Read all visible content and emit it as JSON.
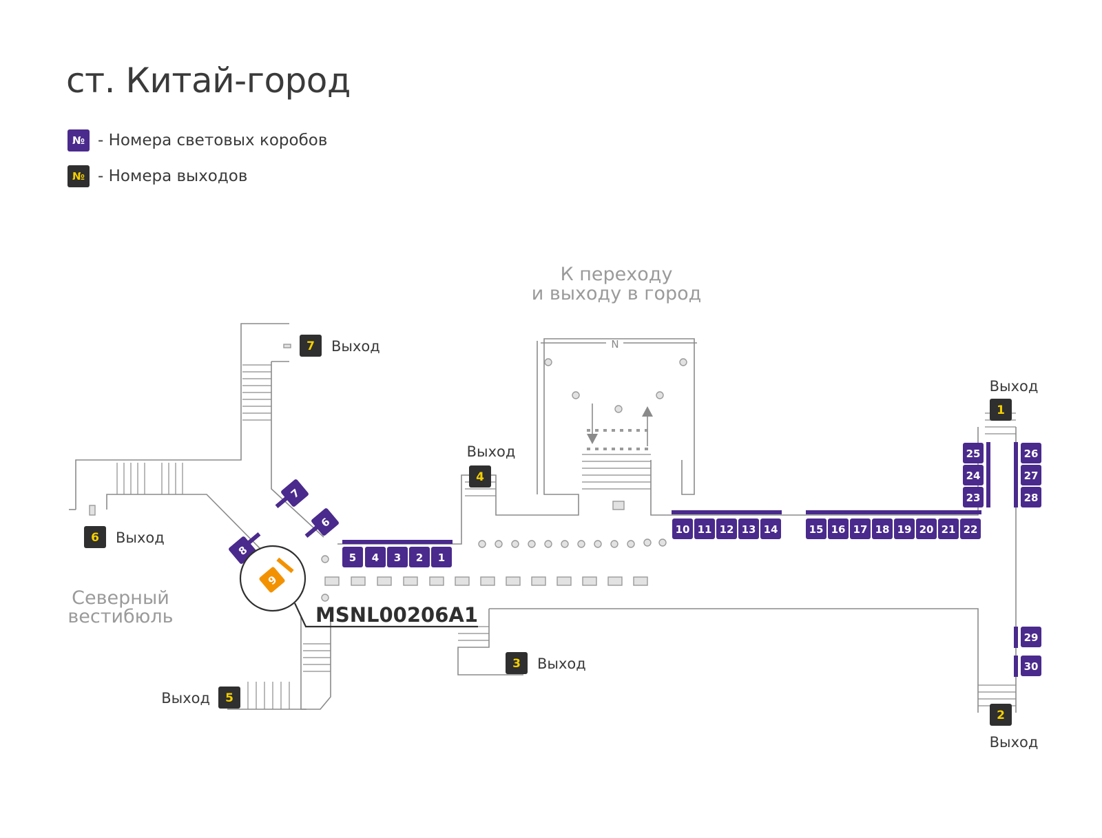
{
  "title": "ст. Китай-город",
  "legend": [
    {
      "symbol": "№",
      "text": "- Номера световых коробов",
      "kind": "lightbox"
    },
    {
      "symbol": "№",
      "text": "- Номера выходов",
      "kind": "exit"
    }
  ],
  "colors": {
    "lightbox": "#4a2a8c",
    "exit_bg": "#2f2f2f",
    "exit_text": "#f5d000",
    "highlight": "#f39200",
    "wall": "#8a8a8a",
    "grey_text": "#9a9a9a"
  },
  "labels": {
    "transfer": [
      "К переходу",
      "и выходу в город"
    ],
    "north_vestibule": [
      "Северный",
      "вестибюль"
    ],
    "exit_word": "Выход",
    "compass": "N",
    "callout": "MSNL00206A1"
  },
  "exits": [
    "1",
    "2",
    "3",
    "4",
    "5",
    "6",
    "7"
  ],
  "lightboxes": [
    "1",
    "2",
    "3",
    "4",
    "5",
    "6",
    "7",
    "8",
    "10",
    "11",
    "12",
    "13",
    "14",
    "15",
    "16",
    "17",
    "18",
    "19",
    "20",
    "21",
    "22",
    "23",
    "24",
    "25",
    "26",
    "27",
    "28",
    "29",
    "30"
  ],
  "highlighted_lightbox": "9"
}
